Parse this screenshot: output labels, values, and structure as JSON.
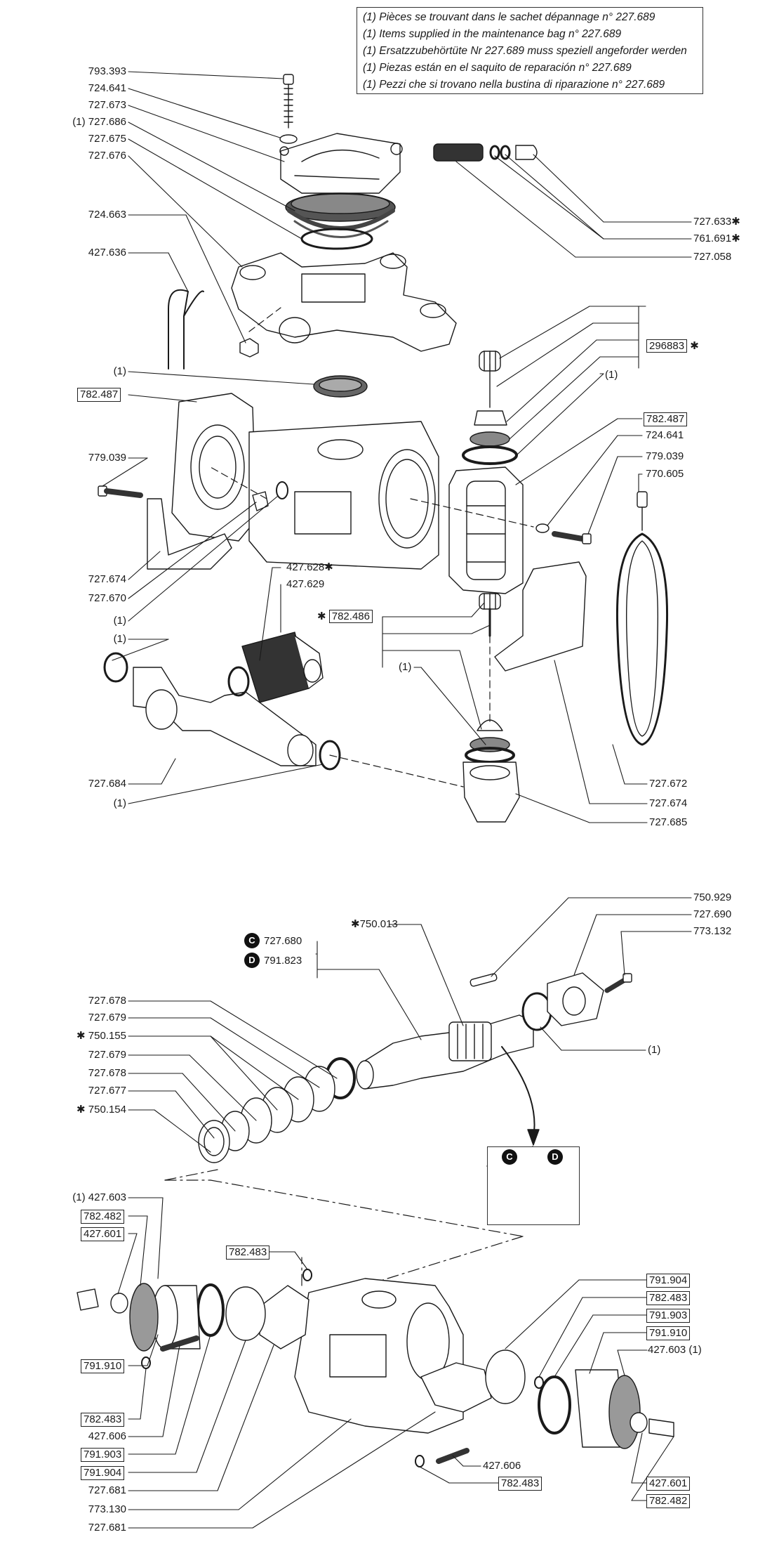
{
  "legend": [
    "(1) Pièces se trouvant dans le sachet dépannage n° 227.689",
    "(1) Items supplied in the maintenance bag n° 227.689",
    "(1) Ersatzzubehörtüte Nr 227.689 muss speziell angeforder werden",
    "(1) Piezas están en el saquito de reparación n° 227.689",
    "(1) Pezzi che si trovano nella bustina di riparazione n° 227.689"
  ],
  "labels": {
    "l793393": "793.393",
    "l724641a": "724.641",
    "l727673": "727.673",
    "l727686": "(1) 727.686",
    "l727675": "727.675",
    "l727676": "727.676",
    "l724663": "724.663",
    "l427636": "427.636",
    "l1a": "(1)",
    "l782487a": "782.487",
    "l779039a": "779.039",
    "l727674a": "727.674",
    "l727670": "727.670",
    "l1b": "(1)",
    "l427628": "427.628",
    "l427629": "427.629",
    "l1c": "(1)",
    "l727684": "727.684",
    "l1d": "(1)",
    "l727633": "727.633",
    "l761691": "761.691",
    "l727058": "727.058",
    "l296883": "296883",
    "l1e": "(1)",
    "l782487b": "782.487",
    "l724641b": "724.641",
    "l779039b": "779.039",
    "l770605": "770.605",
    "l782486": "782.486",
    "l1f": "(1)",
    "l727672": "727.672",
    "l727674b": "727.674",
    "l727685": "727.685",
    "l750929": "750.929",
    "l727690": "727.690",
    "l773132": "773.132",
    "l750013": "750.013",
    "l727680": "727.680",
    "l791823": "791.823",
    "badgeC": "C",
    "badgeD": "D",
    "l727678a": "727.678",
    "l727679a": "727.679",
    "l750155": "750.155",
    "l727679b": "727.679",
    "l727678b": "727.678",
    "l727677": "727.677",
    "l750154": "750.154",
    "l1g": "(1)",
    "l427603a": "(1) 427.603",
    "l782482a": "782.482",
    "l427601a": "427.601",
    "l782483a": "782.483",
    "l791910a": "791.910",
    "l782483b": "782.483",
    "l427606a": "427.606",
    "l791903a": "791.903",
    "l791904a": "791.904",
    "l727681a": "727.681",
    "l773130": "773.130",
    "l727681b": "727.681",
    "l791904b": "791.904",
    "l782483c": "782.483",
    "l791903b": "791.903",
    "l791910b": "791.910",
    "l427603b": "427.603 (1)",
    "l427606b": "427.606",
    "l782483d": "782.483",
    "l427601b": "427.601",
    "l782482b": "782.482"
  },
  "star": "✱"
}
